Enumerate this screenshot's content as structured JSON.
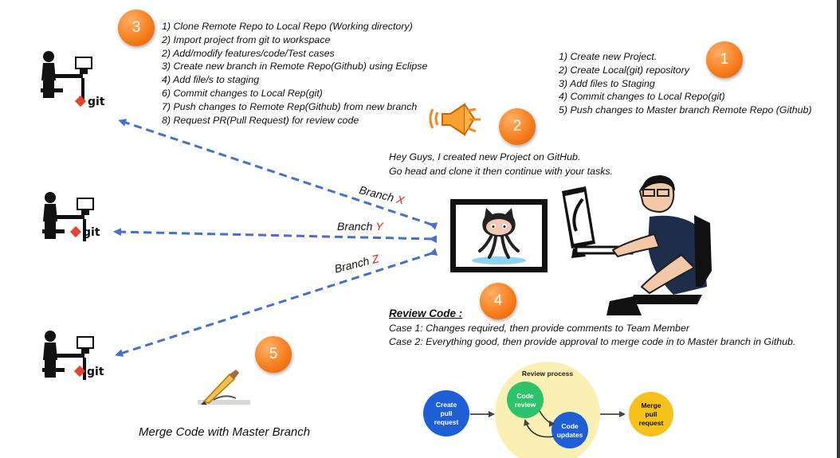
{
  "badges": {
    "b1": "1",
    "b2": "2",
    "b3": "3",
    "b4": "4",
    "b5": "5"
  },
  "step1_items": [
    "1) Create new Project.",
    "2) Create Local(git) repository",
    "3) Add files to Staging",
    "4) Commit changes to Local Repo(git)",
    "5) Push changes to Master branch Remote Repo (Github)"
  ],
  "step3_items": [
    "1) Clone Remote Repo to Local Repo (Working directory)",
    "2) Import project from git to workspace",
    "2) Add/modify features/code/Test cases",
    "3) Create new branch in Remote Repo(Github) using Eclipse",
    "4) Add file/s to staging",
    "6) Commit changes to Local Rep(git)",
    "7) Push changes to Remote Rep(Github) from new branch",
    "8) Request PR(Pull Request) for review code"
  ],
  "announcement": {
    "line1": "Hey Guys, I created new Project on GitHub.",
    "line2": "Go head and clone it then continue with your tasks."
  },
  "branches": {
    "x": {
      "word": "Branch",
      "letter": "X"
    },
    "y": {
      "word": "Branch",
      "letter": "Y"
    },
    "z": {
      "word": "Branch",
      "letter": "Z"
    }
  },
  "git_label": "git",
  "review": {
    "title": "Review Code :",
    "case1": "Case 1: Changes required, then provide comments to Team Member",
    "case2": "Case 2: Everything good, then provide approval to merge code in to Master branch in Github."
  },
  "review_process": {
    "title": "Review process",
    "create": [
      "Create",
      "pull",
      "request"
    ],
    "code_review": [
      "Code",
      "review"
    ],
    "code_updates": [
      "Code",
      "updates"
    ],
    "merge": [
      "Merge",
      "pull",
      "request"
    ]
  },
  "merge_caption": "Merge Code with Master Branch",
  "colors": {
    "badge_orange": "#f77f1f",
    "arrow_blue": "#4a6fc4",
    "branch_letter_red": "#e0201c",
    "review_circle_blue": "#1f5fd6",
    "review_circle_green": "#2cc36b",
    "review_circle_yellow": "#f5c21a",
    "review_backdrop": "#fbf0b4"
  },
  "icons": [
    "developer-icon",
    "git-logo-icon",
    "megaphone-icon",
    "github-octocat-icon",
    "developer-at-computer-icon",
    "merge-pencil-icon"
  ]
}
